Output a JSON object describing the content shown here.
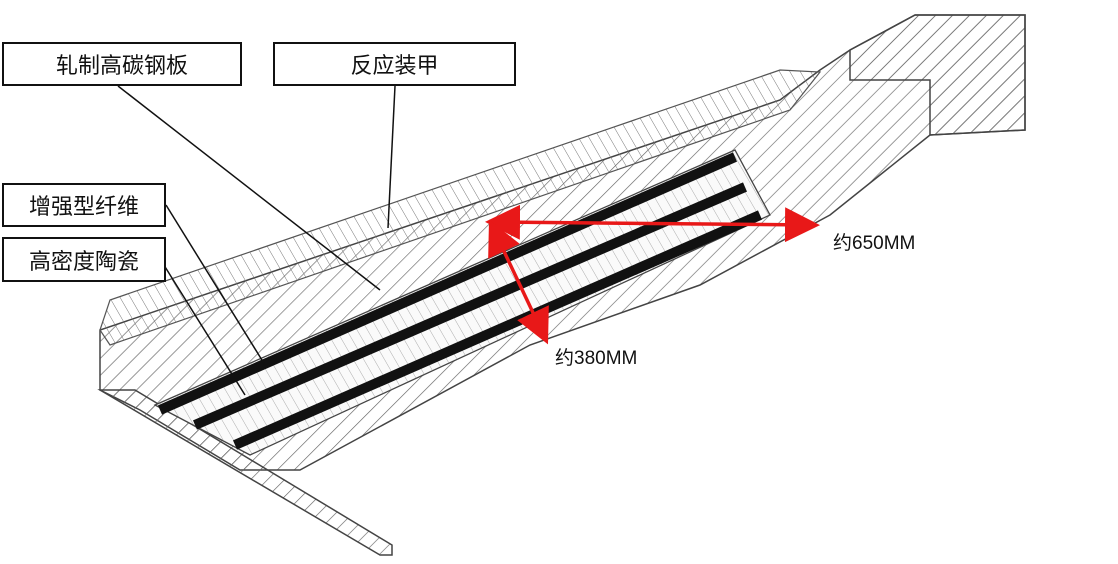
{
  "labels": {
    "rolled_steel": "轧制高碳钢板",
    "reactive_armor": "反应装甲",
    "reinforced_fiber": "增强型纤维",
    "ceramic": "高密度陶瓷"
  },
  "measurements": {
    "horizontal": "约650MM",
    "slant": "约380MM"
  },
  "colors": {
    "arrow": "#e81818",
    "stripe": "#111111",
    "hatch": "#555555"
  }
}
